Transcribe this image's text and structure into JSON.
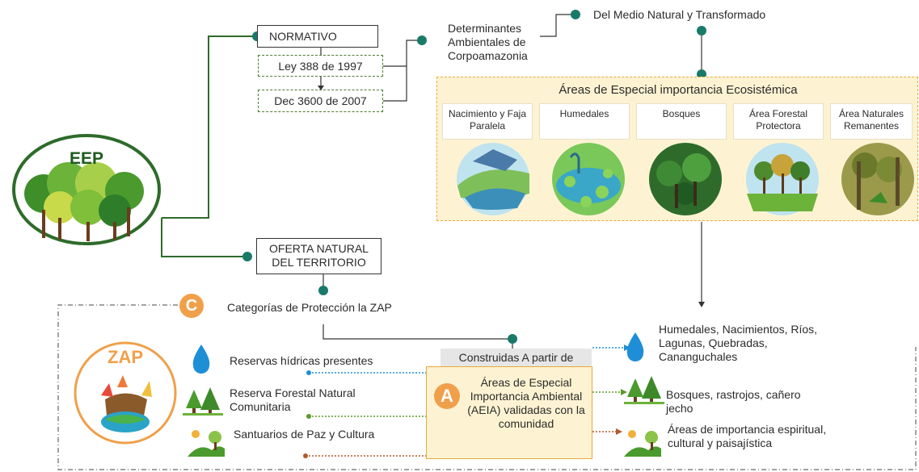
{
  "eep_label": "EEP",
  "zap_label": "ZAP",
  "normativo": {
    "title": "NORMATIVO",
    "ley": "Ley 388 de 1997",
    "dec": "Dec 3600 de 2007"
  },
  "determinantes": "Determinantes Ambientales de Corpoamazonia",
  "medio": "Del Medio  Natural y Transformado",
  "areas_title": "Áreas de Especial importancia Ecosistémica",
  "categories": [
    {
      "label": "Nacimiento y Faja Paralela",
      "icon": "river-landscape-icon"
    },
    {
      "label": "Humedales",
      "icon": "wetland-heron-icon"
    },
    {
      "label": "Bosques",
      "icon": "forest-icon"
    },
    {
      "label": "Área Forestal Protectora",
      "icon": "protected-forest-icon"
    },
    {
      "label": "Área Naturales Remanentes",
      "icon": "remnant-jungle-icon"
    }
  ],
  "oferta": "OFERTA NATURAL DEL TERRITORIO",
  "categorias": {
    "badge": "C",
    "label": "Categorías de Protección la ZAP"
  },
  "left_items": [
    {
      "label": "Reservas hídricas presentes",
      "icon": "water-drop-icon"
    },
    {
      "label": "Reserva Forestal Natural Comunitaria",
      "icon": "trees-icon"
    },
    {
      "label": "Santuarios de Paz y Cultura",
      "icon": "sun-hills-icon"
    }
  ],
  "construidas": "Construidas A partir de",
  "aeia": {
    "badge": "A",
    "label": "Áreas de Especial Importancia Ambiental (AEIA) validadas con la comunidad"
  },
  "right_items": [
    {
      "label": "Humedales,    Nacimientos, Ríos, Lagunas, Quebradas, Cananguchales",
      "icon": "water-drop-icon"
    },
    {
      "label": "Bosques, rastrojos, cañero jecho",
      "icon": "trees-icon"
    },
    {
      "label": "Áreas de importancia espiritual, cultural y paisajística",
      "icon": "sun-hills-icon"
    }
  ],
  "colors": {
    "teal": "#1a7a6a",
    "green_line": "#2e6b2a",
    "orange": "#f0a04a",
    "yellow_bg": "#fdf3d2",
    "blue": "#1e8fd6"
  }
}
